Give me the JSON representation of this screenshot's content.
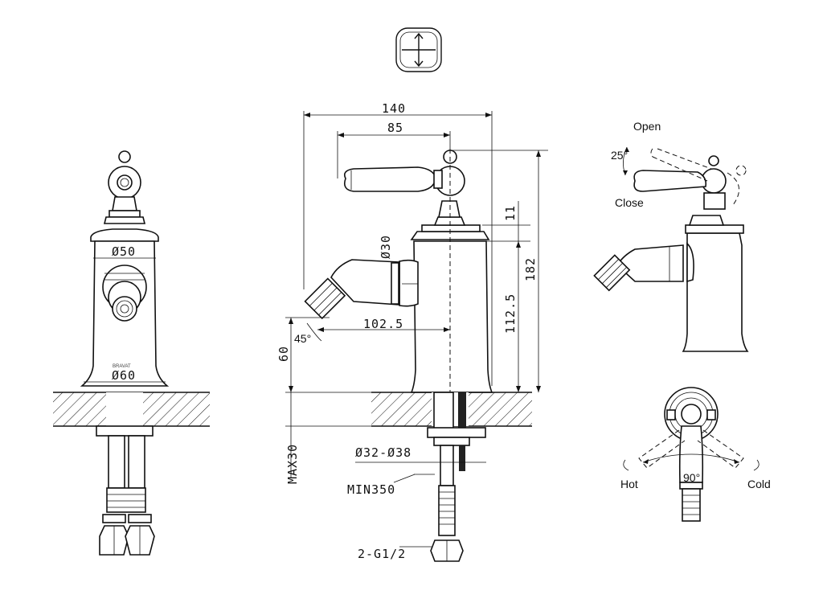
{
  "dimensions": {
    "overall_width": "140",
    "handle_reach": "85",
    "spout_diameter": "Ø30",
    "height_11": "11",
    "total_height": "182",
    "spout_height": "112.5",
    "spout_reach": "102.5",
    "spout_angle": "45°",
    "base_height": "60",
    "body_top_diameter": "Ø50",
    "base_diameter": "Ø60",
    "hole_diameter": "Ø32-Ø38",
    "max_thickness": "MAX30",
    "hose_length": "MIN350",
    "connection": "2-G1/2"
  },
  "labels": {
    "open": "Open",
    "close": "Close",
    "open_angle": "25°",
    "hot": "Hot",
    "cold": "Cold",
    "rotation_angle": "90°",
    "brand": "BRAVAT"
  },
  "icons": {
    "single_hole_symbol": "cross-in-rounded-square-icon"
  }
}
